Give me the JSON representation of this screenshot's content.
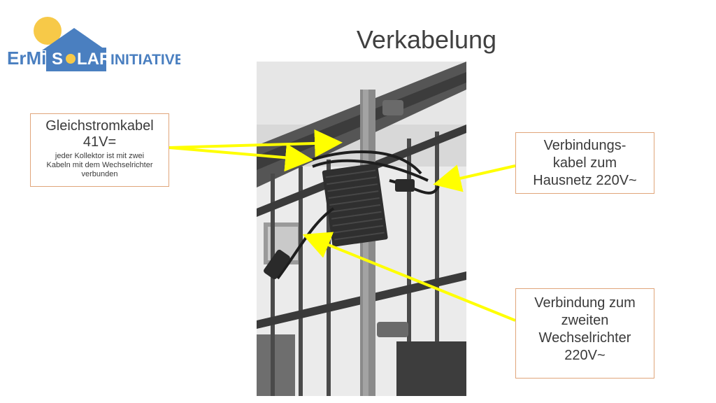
{
  "slide": {
    "title": "Verkabelung"
  },
  "logo": {
    "left": "ErMi",
    "middle": "S",
    "middle2": "LAR",
    "right": "INITIATIVE"
  },
  "callouts": {
    "dc_cable": {
      "title_line1": "Gleichstromkabel",
      "title_line2": "41V=",
      "note_line1": "jeder Kollektor ist mit zwei",
      "note_line2": "Kabeln mit dem Wechselrichter",
      "note_line3": "verbunden"
    },
    "grid_cable": {
      "line1": "Verbindungs-",
      "line2": "kabel zum",
      "line3": "Hausnetz 220V~"
    },
    "second_inverter": {
      "line1": "Verbindung zum",
      "line2": "zweiten",
      "line3": "Wechselrichter",
      "line4": "220V~"
    }
  },
  "colors": {
    "arrow": "#ffff00",
    "callout_border": "#e0a57a",
    "logo_blue": "#4a7fc0",
    "logo_sun": "#f7c948"
  }
}
